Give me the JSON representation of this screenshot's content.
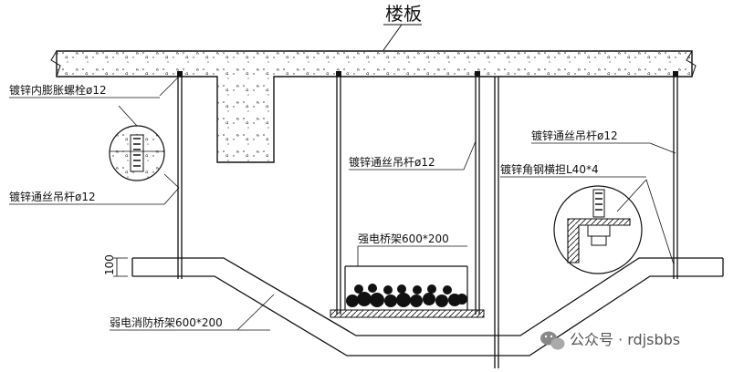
{
  "labels": {
    "slab": "楼板",
    "anchor_bolt": "镀锌内膨胀螺栓ø12",
    "rod_left": "镀锌通丝吊杆ø12",
    "rod_middle": "镀锌通丝吊杆ø12",
    "rod_right": "镀锌通丝吊杆ø12",
    "angle_bracket": "镀锌角钢横担L40*4",
    "strong_tray": "强电桥架600*200",
    "weak_tray": "弱电消防桥架600*200",
    "dim_100": "100"
  },
  "watermark": {
    "text": "公众号 · rdjsbbs",
    "icon": "wechat-icon"
  },
  "colors": {
    "line": "#111111",
    "watermark": "#555555"
  }
}
